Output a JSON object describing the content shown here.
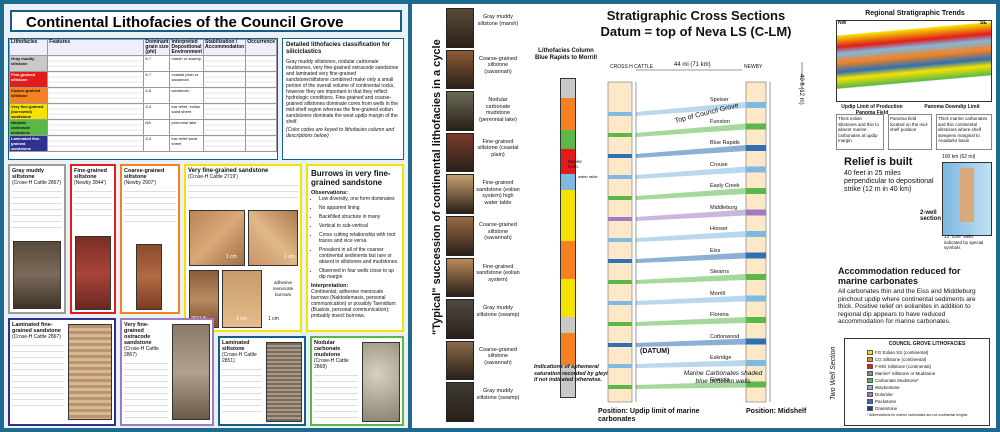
{
  "left": {
    "title": "Continental Lithofacies of the Council Grove",
    "table": {
      "headers": [
        "Lithofacies",
        "Features",
        "Dominant grain size (phi)",
        "Interpreted Depositional Environment",
        "Stabilization / Accommodation",
        "Occurrence"
      ],
      "rows": [
        {
          "name": "Gray muddy siltstone",
          "color": "#c9c9c9",
          "grain": "6-7",
          "env": "marsh or swamp"
        },
        {
          "name": "Fine-grained siltstone",
          "color": "#e31b1b",
          "grain": "6-7",
          "env": "coastal plain or savannah"
        },
        {
          "name": "Coarse-grained siltstone",
          "color": "#f58220",
          "grain": "4-5",
          "env": "savannah"
        },
        {
          "name": "Very fine-grained (burrowed) sandstone",
          "color": "#f6e200",
          "grain": "3-4",
          "env": "low relief, eolian sand sheet"
        },
        {
          "name": "Nodular carbonate mudstone",
          "color": "#5bb848",
          "grain": "NA",
          "env": "perennial lake"
        },
        {
          "name": "Laminated fine-grained sandstone",
          "color": "#2e3192",
          "grain": "3-4",
          "env": "low relief sand sheet"
        }
      ]
    },
    "classification": {
      "heading": "Detailed lithofacies classification for siliciclastics",
      "body": "Gray muddy siltstones, nodular carbonate mudstones, very fine-grained ostracode sandstone and laminated very fine-grained sandstone/siltstone combined make only a small portion of the overall volume of continental rocks, however they are important in that they reflect hydrologic conditions. Fine-grained and coarse-grained siltstones dominate cores from wells in the mid-shelf region whereas the fine-grained eolian sandstones dominate the west updip margin of the shelf.",
      "note": "(Color codes are keyed to lithofacies column and descriptions below)"
    },
    "photo_boxes": [
      {
        "title": "Gray muddy siltstone",
        "ref": "(Crose-H Cattle 2867)"
      },
      {
        "title": "Fine-grained siltstone",
        "ref": "(Newby 2844')"
      },
      {
        "title": "Coarse-grained siltstone",
        "ref": "(Newby 2907')"
      },
      {
        "title": "Very fine-grained sandstone",
        "ref": "(Crose-H Cattle 2719')"
      }
    ],
    "scale_labels": [
      "1 cm",
      "1 cm",
      "2611 ft",
      "1 cm",
      "1 cm"
    ],
    "adhesive": "adhesive meniscate burrows",
    "burrows": {
      "title": "Burrows in very fine-grained sandstone",
      "obs_label": "Observations:",
      "observations": [
        "Low diversity, one form dominates",
        "No apparent lining",
        "Backfilled structure in many",
        "Vertical to sub-vertical",
        "Cross cutting relationship with root traces and vice versa",
        "Prevalent in all of the coarser continental sediments but rare or absent in siltstones and mudstones.",
        "Observed in four wells close to up dip margin"
      ],
      "interp_label": "Interpretation:",
      "interpretation": "Continental; adhesive meniscate burrows (Naktodemasis, personal communication) or possibly Taenidium (Buatois, personal communication); probably insect burrows."
    },
    "bottom_boxes": [
      {
        "title": "Laminated fine-grained sandstone",
        "ref": "(Crose-H Cattle 2867)"
      },
      {
        "title": "Very fine-grained ostracode sandstone",
        "ref": "(Crose-H Cattle 2867)"
      },
      {
        "title": "Laminated siltstone",
        "ref": "(Crose-H Cattle 2851)"
      },
      {
        "title": "Nodular carbonate mudstone",
        "ref": "(Crose-H Cattle 2868)"
      }
    ]
  },
  "right": {
    "title1": "Stratigraphic Cross Sections",
    "title2": "Datum = top of Neva LS (C-LM)",
    "vertical_label": "\"Typical\" succession of continental lithofacies in a cycle",
    "column_labels": [
      "Gray muddy siltstone (marsh)",
      "Coarse-grained siltstone (savannah)",
      "Nodular carbonate mudstone (perennial lake)",
      "Fine-grained siltstone (coastal plain)",
      "Fine-grained sandstone (eolian system) high water table",
      "Coarse-grained siltstone (savannah)",
      "Fine-grained sandstone (eolian system)",
      "Gray muddy siltstone (swamp)",
      "Coarse-grained siltstone (savannah)",
      "Gray muddy siltstone (swamp)"
    ],
    "column_title": "Lithofacies Column Blue Rapids to Morrill",
    "marine_carb": "Marine Carb.",
    "water_table": "water table",
    "ephemeral": "Indications of ephemeral saturation recorded by gleying if not indicated otherwise.",
    "wells": [
      "CROSS H CATTLE",
      "NEWBY"
    ],
    "distance": "44 mi (71 km)",
    "relief_axis": "40 ft (12 m)",
    "top_label": "Top of Council Grove",
    "units": [
      "Speiser",
      "Funston",
      "Blue Rapids",
      "Crouse",
      "Easly Creek",
      "Middleburg",
      "Hooser",
      "Eiss",
      "Stearns",
      "Morrill",
      "Florena",
      "Cottonwood",
      "Eskridge",
      "Grenola"
    ],
    "datum": "(DATUM)",
    "marine_note": "Marine Carbonates shaded blue between wells",
    "pos1": "Position: Updip limit of marine carbonates",
    "pos2": "Position: Midshelf",
    "regional": {
      "title": "Regional Stratigraphic Trends",
      "nw": "NW",
      "se": "SE",
      "updip": "Updip Limit of Production Panoma Field",
      "downdip": "Panoma Downdip Limit",
      "note1": "Thick eolian siltstones and thin to absent marine carbonates at updip margin",
      "note2": "Panoma field located on the mid-shelf position",
      "note3": "Thick marine carbonates and thin continental siltstones where shelf steepens marginal to Anadarko basin"
    },
    "map": {
      "scale": "100 km (62 mi)",
      "label": "2-well section",
      "cores": "13 \"core\" wells indicated by special symbols"
    },
    "relief": {
      "title": "Relief is built",
      "body": "40 feet in 25 miles perpendicular to depositional strike (12 m in 40 km)"
    },
    "accommodation": {
      "title": "Accommodation reduced for marine carbonates",
      "body": "All carbonates thin and the Eiss and Middleburg pinchout updip where continental sediments are thick. Positive relief on eolianites in addition to regional dip appears to have reduced accommodation for marine carbonates."
    },
    "legend": {
      "title": "COUNCIL GROVE LITHOFACIES",
      "side": "Two Well Section",
      "items": [
        {
          "label": "FG Eolian SS (continental)",
          "color": "#f6e200"
        },
        {
          "label": "CG Siltstone (continental)",
          "color": "#f58220"
        },
        {
          "label": "F-MG Siltstone (continental)",
          "color": "#e31b1b"
        },
        {
          "label": "Marine* Siltstone or Mudstone",
          "color": "#8c8c8c"
        },
        {
          "label": "Carbonate Mudstone*",
          "color": "#5bb848"
        },
        {
          "label": "Wackestone",
          "color": "#7fb8e0"
        },
        {
          "label": "Dolomite",
          "color": "#9e7cc1"
        },
        {
          "label": "Packstone",
          "color": "#2d70b3"
        },
        {
          "label": "Grainstone",
          "color": "#1e3f8a"
        }
      ],
      "foot": "* Abbreviations for marine carbonates are not continental lengths"
    }
  }
}
